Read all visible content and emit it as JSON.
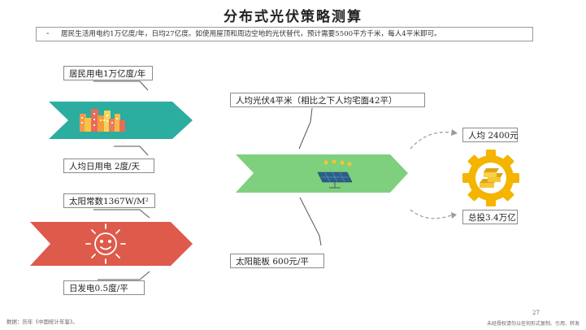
{
  "title": "分布式光伏策略测算",
  "bullet": {
    "mark": "-",
    "text": "居民生活用电约1万亿度/年，日均27亿度。如使用屋顶和周边空地的光伏替代，预计需要5500平方千米，每人4平米即可。"
  },
  "labels": {
    "residential_power": "居民用电1万亿度/年",
    "daily_power_per_capita": "人均日用电 2度/天",
    "solar_constant": "太阳常数1367W/M²",
    "daily_generation": "日发电0.5度/平",
    "pv_area_per_capita": "人均光伏4平米（相比之下人均宅面42平）",
    "panel_price": "太阳能板 600元/平",
    "cost_per_capita": "人均 2400元",
    "total_investment": "总投3.4万亿"
  },
  "footer": {
    "source": "数据：历年《中国统计年鉴》。",
    "page_number": "27",
    "note": "未经授权请勿以任何形式复制、引用、转发"
  },
  "icons": [
    "city-buildings-icon",
    "sun-icon",
    "solar-panel-icon",
    "gold-gear-icon"
  ],
  "colors": {
    "teal_arrow": "#2bada0",
    "red_arrow": "#de5a4a",
    "green_arrow": "#7ed07f",
    "gear": "#f4b400",
    "gold_bar": "#f6c730",
    "connector": "#555555",
    "dashed_arrow": "#999999"
  }
}
